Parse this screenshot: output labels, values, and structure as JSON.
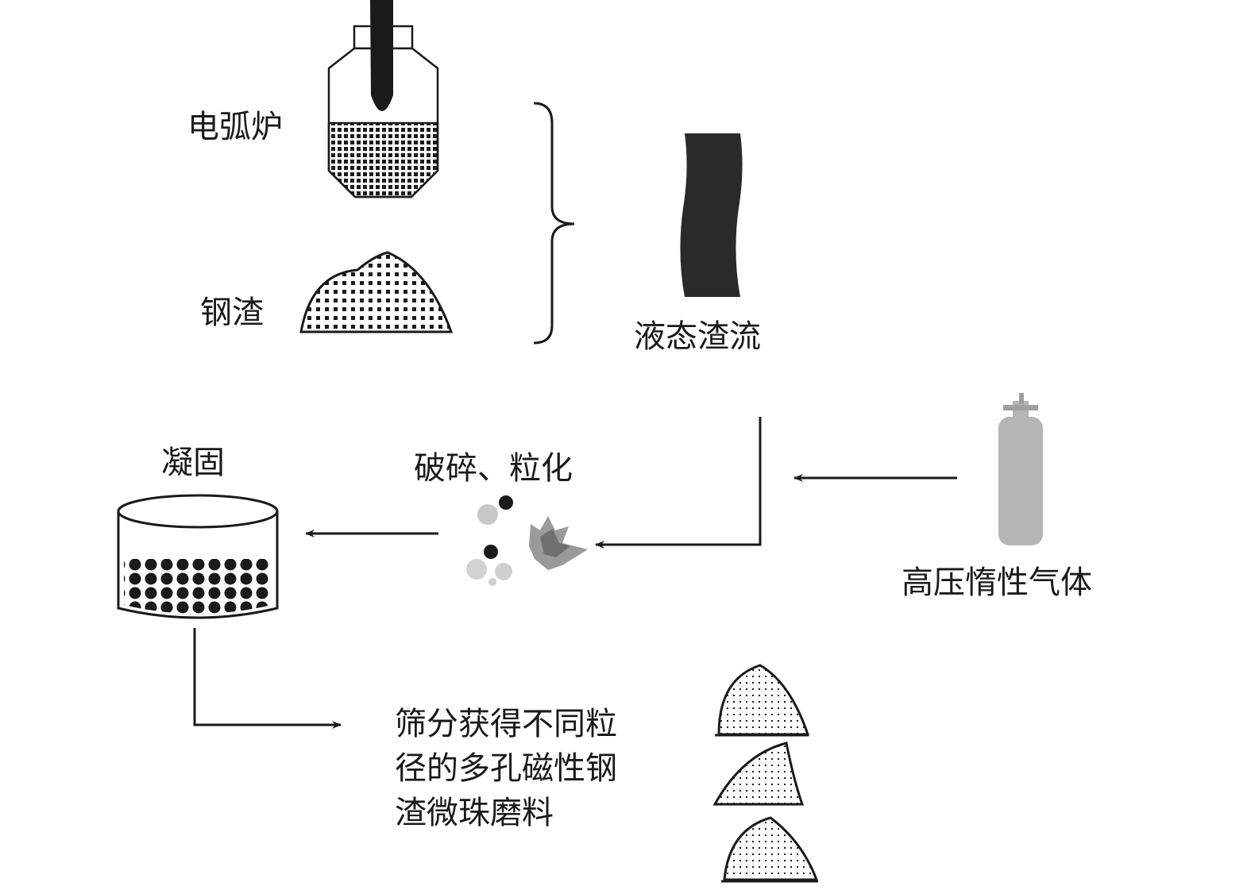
{
  "labels": {
    "furnace": "电弧炉",
    "steel_slag": "钢渣",
    "liquid_slag": "液态渣流",
    "gas": "高压惰性气体",
    "crush": "破碎、粒化",
    "solidify": "凝固",
    "final_line1": "筛分获得不同粒",
    "final_line2": "径的多孔磁性钢",
    "final_line3": "渣微珠磨料"
  },
  "colors": {
    "ink": "#1a1a1a",
    "gas_cylinder": "#b5b5b5",
    "particle_grey": "#c8c8c8"
  }
}
